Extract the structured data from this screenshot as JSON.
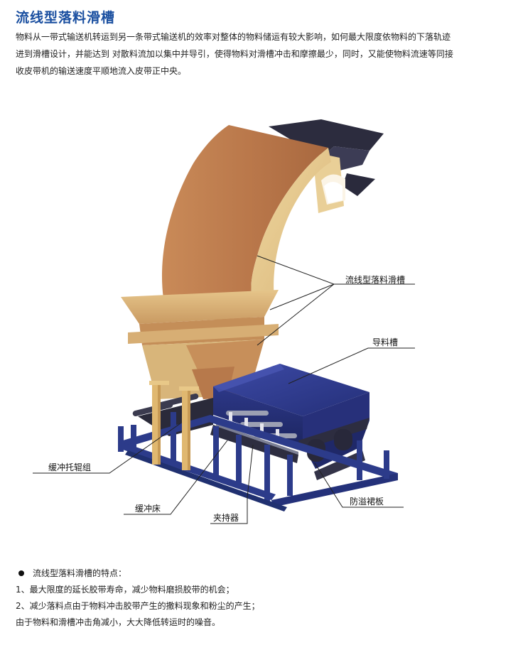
{
  "title": "流线型落料滑槽",
  "intro": {
    "line1": "物料从一带式输送机转运到另一条带式输送机的效率对整体的物料储运有较大影响，如何最大限度依物料的下落轨迹",
    "line2": "进到滑槽设计，并能达到 对散料流加以集中并导引，使得物料对滑槽冲击和摩擦最少，同时，又能使物料流速等同接",
    "line3": "收皮带机的输送速度平顺地流入皮带正中央。"
  },
  "diagram": {
    "labels": {
      "chute": "流线型落料滑槽",
      "guide_trough": "导料槽",
      "buffer_idler": "缓冲托辊组",
      "buffer_bed": "缓冲床",
      "clamp": "夹持器",
      "skirt_board": "防溢裙板"
    },
    "colors": {
      "chute_light": "#e7c98a",
      "chute_dark": "#b9774a",
      "guide_trough": "#2e3a8c",
      "frame": "#2c3b8a",
      "post": "#e0b870",
      "belt_dark": "#2a2a3a"
    }
  },
  "features": {
    "heading": "流线型落料滑槽的特点：",
    "items": [
      "1、最大限度的延长胶带寿命，减少物料磨损胶带的机会；",
      "2、减少落料点由于物料冲击胶带产生的撒料现象和粉尘的产生；",
      "由于物料和滑槽冲击角减小，大大降低转运时的噪音。"
    ]
  }
}
